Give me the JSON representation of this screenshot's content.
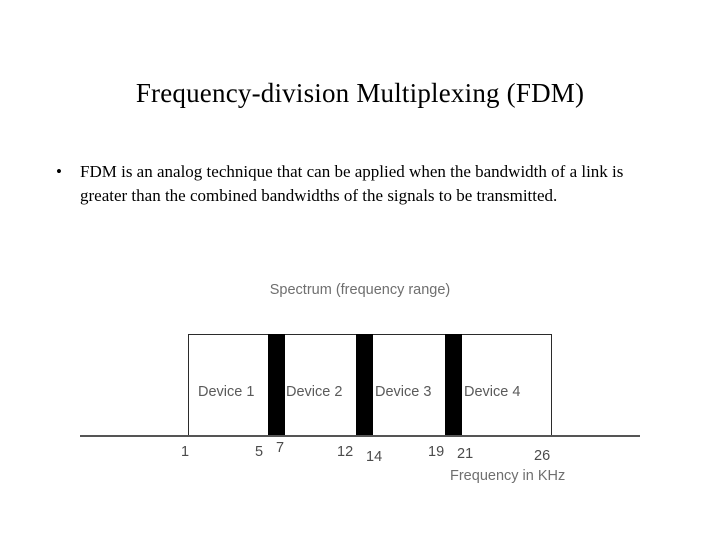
{
  "slide": {
    "title": "Frequency-division Multiplexing (FDM)",
    "bullet_mark": "•",
    "bullet_text": "FDM is an analog technique that can be applied when the bandwidth of a link is greater than the combined bandwidths of the signals to be transmitted."
  },
  "figure": {
    "caption_top": "Spectrum (frequency range)",
    "caption_bottom": "Frequency in KHz",
    "devices": [
      {
        "label": "Device 1"
      },
      {
        "label": "Device 2"
      },
      {
        "label": "Device 3"
      },
      {
        "label": "Device 4"
      }
    ],
    "ticks": [
      {
        "label": "1"
      },
      {
        "label": "5"
      },
      {
        "label": "7"
      },
      {
        "label": "12"
      },
      {
        "label": "14"
      },
      {
        "label": "19"
      },
      {
        "label": "21"
      },
      {
        "label": "26"
      }
    ]
  },
  "chart_data": {
    "type": "bar",
    "title": "Spectrum (frequency range)",
    "xlabel": "Frequency in KHz",
    "ylabel": "",
    "categories": [
      "Device 1",
      "Device 2",
      "Device 3",
      "Device 4"
    ],
    "bands": [
      {
        "name": "Device 1",
        "start": 1,
        "end": 5
      },
      {
        "name": "Device 2",
        "start": 7,
        "end": 12
      },
      {
        "name": "Device 3",
        "start": 14,
        "end": 19
      },
      {
        "name": "Device 4",
        "start": 21,
        "end": 26
      }
    ],
    "guard_bands": [
      {
        "start": 5,
        "end": 7
      },
      {
        "start": 12,
        "end": 14
      },
      {
        "start": 19,
        "end": 21
      }
    ],
    "xlim": [
      0,
      27
    ],
    "grid": false,
    "legend": false
  }
}
